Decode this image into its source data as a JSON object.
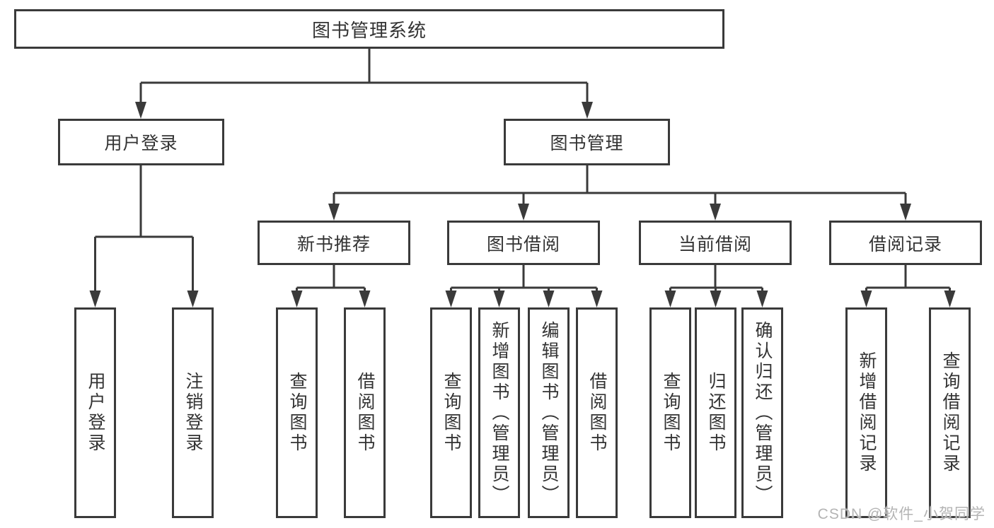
{
  "tree": {
    "root": {
      "label": "图书管理系统"
    },
    "children": [
      {
        "label": "用户登录",
        "children": [
          "用户登录",
          "注销登录"
        ]
      },
      {
        "label": "图书管理",
        "children": [
          {
            "label": "新书推荐",
            "children": [
              "查询图书",
              "借阅图书"
            ]
          },
          {
            "label": "图书借阅",
            "children": [
              "查询图书",
              "新增图书（管理员）",
              "编辑图书（管理员）",
              "借阅图书"
            ]
          },
          {
            "label": "当前借阅",
            "children": [
              "查询图书",
              "归还图书",
              "确认归还（管理员）"
            ]
          },
          {
            "label": "借阅记录",
            "children": [
              "新增借阅记录",
              "查询借阅记录"
            ]
          }
        ]
      }
    ]
  },
  "watermark": {
    "text": "CSDN @软件_小贺同学"
  },
  "colors": {
    "line": "#3a3a3a",
    "box_border": "#3a3a3a",
    "box_fill": "#ffffff",
    "text": "#333333",
    "background": "#ffffff",
    "watermark": "#b4b4b4"
  }
}
